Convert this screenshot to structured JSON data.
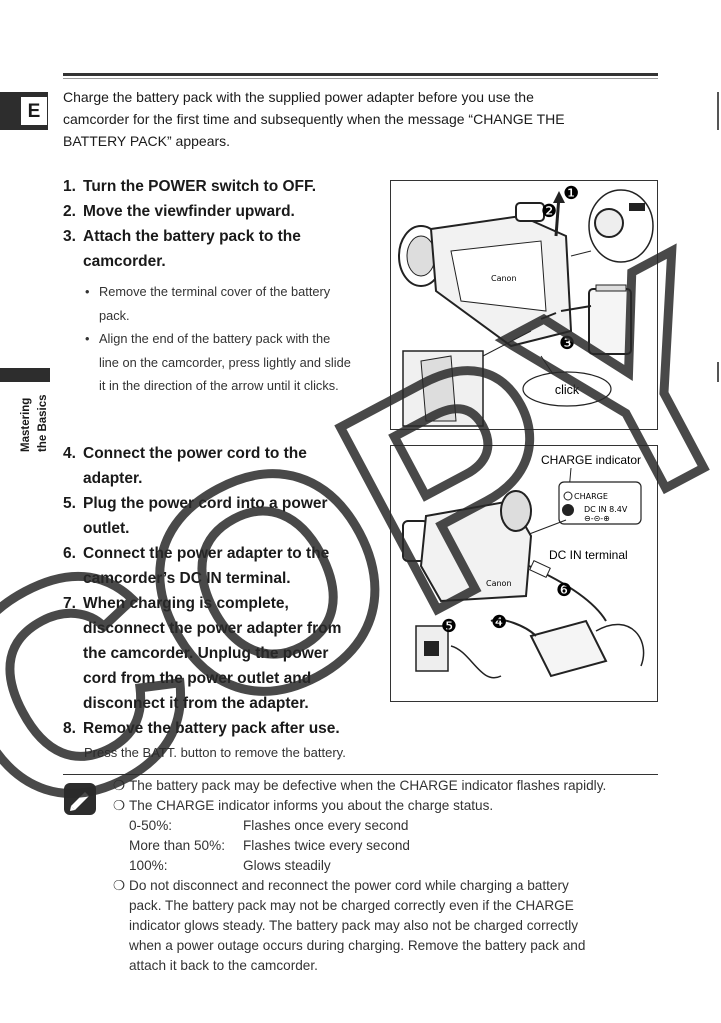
{
  "page": {
    "tab_letter": "E",
    "side_label": [
      "Mastering",
      "the Basics"
    ]
  },
  "intro": {
    "line1": "Charge the battery pack with the supplied power adapter before you use the",
    "line2": "camcorder for the first time and subsequently when the message “CHANGE THE",
    "line3": "BATTERY PACK” appears."
  },
  "steps_a": [
    {
      "num": "1.",
      "lines": [
        "Turn the POWER switch to OFF."
      ]
    },
    {
      "num": "2.",
      "lines": [
        "Move the viewfinder upward."
      ]
    },
    {
      "num": "3.",
      "lines": [
        "Attach the battery pack to the",
        "camcorder."
      ]
    }
  ],
  "bullets": [
    {
      "lines": [
        "Remove the terminal cover of the battery",
        "pack."
      ]
    },
    {
      "lines": [
        "Align the end of the battery pack with the",
        "line on the camcorder, press lightly and slide",
        "it in the direction of the arrow until it clicks."
      ]
    }
  ],
  "steps_b": [
    {
      "num": "4.",
      "lines": [
        "Connect the power cord to the",
        "adapter."
      ]
    },
    {
      "num": "5.",
      "lines": [
        "Plug the power cord into a power",
        "outlet."
      ]
    },
    {
      "num": "6.",
      "lines": [
        "Connect the power adapter to the",
        "camcorder’s DC IN terminal."
      ]
    },
    {
      "num": "7.",
      "lines": [
        "When charging is complete,",
        "disconnect the power adapter from",
        "the camcorder. Unplug the power",
        "cord from the power outlet and",
        "disconnect it from the adapter."
      ]
    },
    {
      "num": "8.",
      "lines": [
        "Remove the battery pack after use."
      ]
    }
  ],
  "step8_note": "Press the BATT. button to remove the battery.",
  "figure1": {
    "callout": "click",
    "markers": [
      "❶",
      "❷",
      "❸"
    ]
  },
  "figure2": {
    "charge_indicator_label": "CHARGE indicator",
    "dc_in_label": "DC IN terminal",
    "panel_charge": "CHARGE",
    "panel_dcin": "DC IN 8.4V",
    "panel_polarity": "⊖-⊝-⊕",
    "markers": [
      "❹",
      "❺",
      "❻"
    ]
  },
  "notes": {
    "ring": "❍",
    "item1": "The battery pack may be defective when the CHARGE indicator flashes rapidly.",
    "item2": "The CHARGE indicator informs you about the charge status.",
    "status": [
      {
        "k": "0-50%:",
        "v": "Flashes once every second"
      },
      {
        "k": "More than 50%:",
        "v": "Flashes twice every second"
      },
      {
        "k": "100%:",
        "v": "Glows steadily"
      }
    ],
    "item3_lines": [
      "Do not disconnect and reconnect the power cord while charging a battery",
      "pack. The battery pack may not be charged correctly even if the CHARGE",
      "indicator glows steady. The battery pack may also not be charged correctly",
      "when a power outage occurs during charging. Remove the battery pack and",
      "attach it back to the camcorder."
    ]
  },
  "watermark": "COPY"
}
